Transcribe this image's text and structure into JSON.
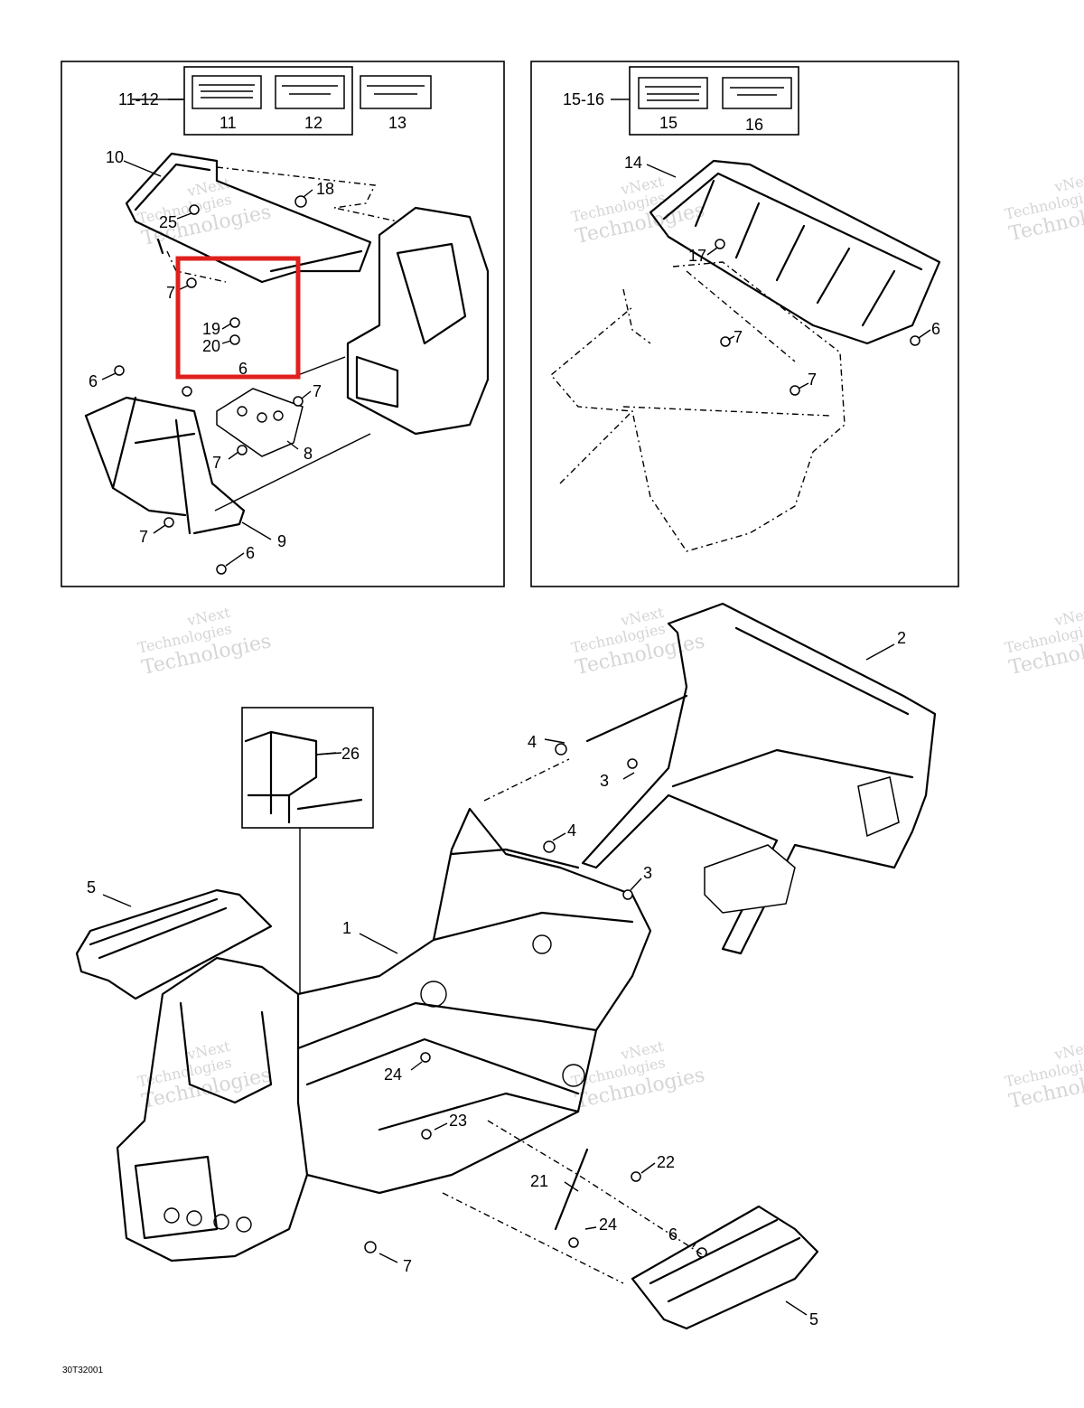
{
  "watermark": {
    "line1": "vNext",
    "line2": "Technologies",
    "line3": "Technologies"
  },
  "drawing_code": "30T32001",
  "highlight_color": "#e0201e",
  "callouts": {
    "p1": "1",
    "p2": "2",
    "p3a": "3",
    "p3b": "3",
    "p4a": "4",
    "p4b": "4",
    "p5a": "5",
    "p5b": "5",
    "p6a": "6",
    "p6b": "6",
    "p6c": "6",
    "p6d": "6",
    "p6e": "6",
    "p7a": "7",
    "p7b": "7",
    "p7c": "7",
    "p7d": "7",
    "p7e": "7",
    "p7f": "7",
    "p7g": "7",
    "p8": "8",
    "p9": "9",
    "p10": "10",
    "p11": "11",
    "p11_12": "11-12",
    "p12": "12",
    "p13": "13",
    "p14": "14",
    "p15": "15",
    "p15_16": "15-16",
    "p16": "16",
    "p17": "17",
    "p18": "18",
    "p19": "19",
    "p20": "20",
    "p21": "21",
    "p22": "22",
    "p23": "23",
    "p24a": "24",
    "p24b": "24",
    "p25": "25",
    "p26": "26"
  }
}
